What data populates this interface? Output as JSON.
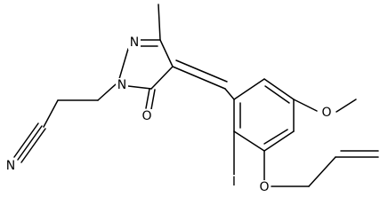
{
  "atoms": {
    "N_pyrazole_1": "N",
    "N_pyrazole_2": "N",
    "O_carbonyl": "O",
    "N_nitrile": "N",
    "O_methoxy": "O",
    "O_allyloxy": "O",
    "I_iodo": "I"
  },
  "colors": {
    "bond": "#000000",
    "label": "#000000",
    "background": "#ffffff"
  }
}
